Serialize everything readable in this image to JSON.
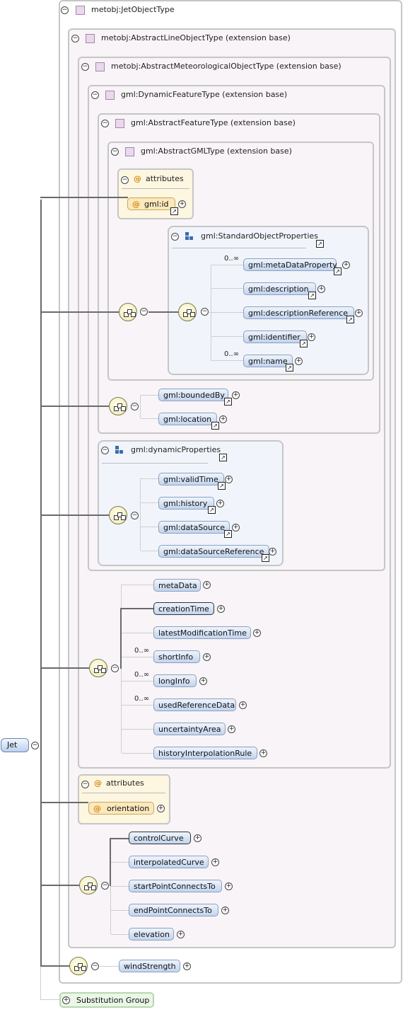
{
  "root_element": "Jet",
  "substitution_group": "Substitution Group",
  "types": {
    "jet_object_type": "metobj:JetObjectType",
    "abstract_line_object_type": "metobj:AbstractLineObjectType (extension base)",
    "abstract_meteorological_object_type": "metobj:AbstractMeteorologicalObjectType (extension base)",
    "dynamic_feature_type": "gml:DynamicFeatureType (extension base)",
    "abstract_feature_type": "gml:AbstractFeatureType (extension base)",
    "abstract_gml_type": "gml:AbstractGMLType (extension base)"
  },
  "gml_attributes": {
    "title": "attributes",
    "id_attr": "gml:id"
  },
  "standard_object_properties": {
    "title": "gml:StandardObjectProperties",
    "elements": [
      {
        "name": "gml:metaDataProperty",
        "occurs": "0..∞"
      },
      {
        "name": "gml:description",
        "occurs": ""
      },
      {
        "name": "gml:descriptionReference",
        "occurs": ""
      },
      {
        "name": "gml:identifier",
        "occurs": ""
      },
      {
        "name": "gml:name",
        "occurs": "0..∞"
      }
    ]
  },
  "feature_elements": [
    "gml:boundedBy",
    "gml:location"
  ],
  "dynamic_properties": {
    "title": "gml:dynamicProperties",
    "elements": [
      "gml:validTime",
      "gml:history",
      "gml:dataSource",
      "gml:dataSourceReference"
    ]
  },
  "meteorological_elements": [
    {
      "name": "metaData",
      "occurs": "",
      "required": false
    },
    {
      "name": "creationTime",
      "occurs": "",
      "required": true
    },
    {
      "name": "latestModificationTime",
      "occurs": "",
      "required": false
    },
    {
      "name": "shortInfo",
      "occurs": "0..∞",
      "required": false
    },
    {
      "name": "longInfo",
      "occurs": "0..∞",
      "required": false
    },
    {
      "name": "usedReferenceData",
      "occurs": "0..∞",
      "required": false
    },
    {
      "name": "uncertaintyArea",
      "occurs": "",
      "required": false
    },
    {
      "name": "historyInterpolationRule",
      "occurs": "",
      "required": false
    }
  ],
  "line_attributes": {
    "title": "attributes",
    "orientation": "orientation"
  },
  "line_elements": [
    {
      "name": "controlCurve",
      "required": true
    },
    {
      "name": "interpolatedCurve",
      "required": false
    },
    {
      "name": "startPointConnectsTo",
      "required": false
    },
    {
      "name": "endPointConnectsTo",
      "required": false
    },
    {
      "name": "elevation",
      "required": false
    }
  ],
  "jet_elements": [
    "windStrength"
  ],
  "icons": {
    "collapse": "minus-circle-icon",
    "expand": "plus-circle-icon",
    "complex_type": "complex-type-icon",
    "group": "group-icon",
    "sequence": "sequence-compositor-icon",
    "reference": "reference-arrow-icon",
    "attribute": "attribute-at-icon"
  }
}
